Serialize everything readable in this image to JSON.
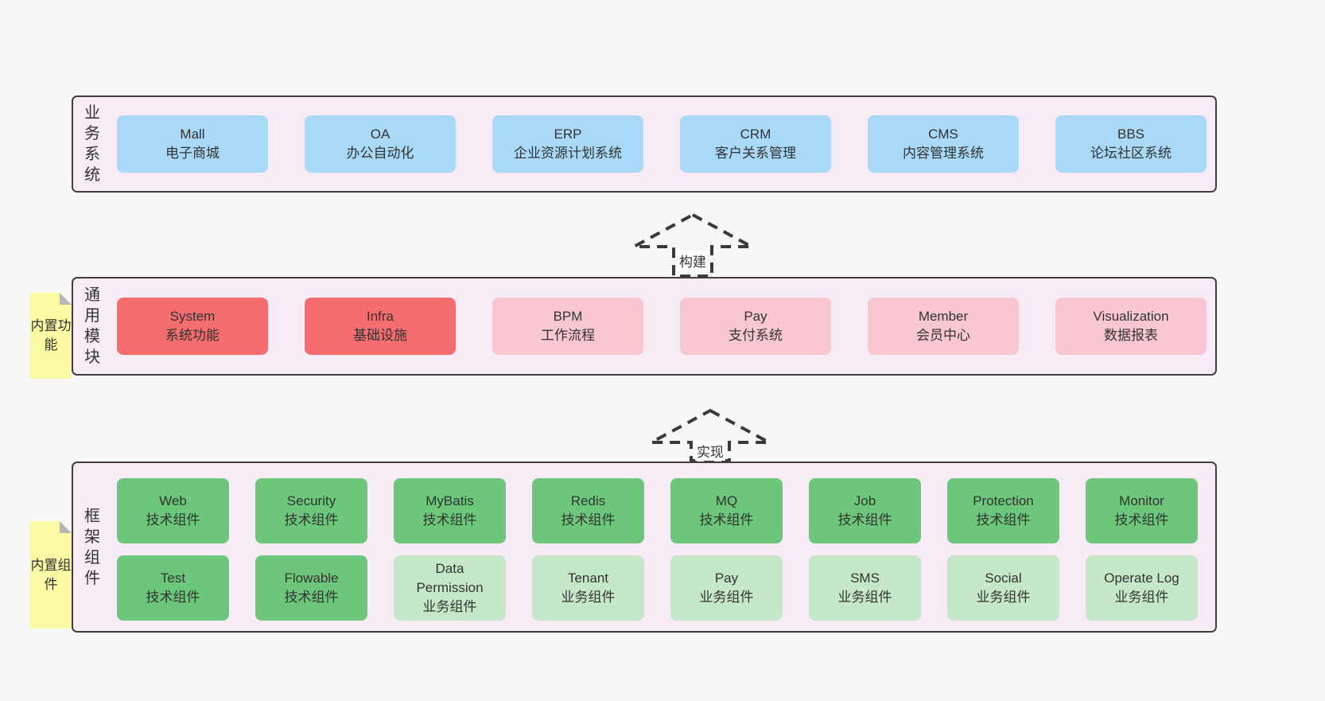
{
  "colors": {
    "page_bg": "#f7f7f7",
    "panel_bg": "#f7ecf5",
    "panel_border": "#3f3f3f",
    "blue": "#a9d9f6",
    "red": "#f56d6f",
    "pink": "#f9c7d0",
    "green_dark": "#6cc77b",
    "green_light": "#c5e8c9",
    "sticky_yellow": "#fafaa4",
    "text": "#333333"
  },
  "arrows": [
    {
      "label": "构建"
    },
    {
      "label": "实现"
    }
  ],
  "sections": {
    "business": {
      "label": "业务系统",
      "boxes": [
        {
          "title": "Mall",
          "subtitle": "电子商城"
        },
        {
          "title": "OA",
          "subtitle": "办公自动化"
        },
        {
          "title": "ERP",
          "subtitle": "企业资源计划系统"
        },
        {
          "title": "CRM",
          "subtitle": "客户关系管理"
        },
        {
          "title": "CMS",
          "subtitle": "内容管理系统"
        },
        {
          "title": "BBS",
          "subtitle": "论坛社区系统"
        }
      ]
    },
    "modules": {
      "label": "通用模块",
      "sticky": "内置功能",
      "boxes": [
        {
          "title": "System",
          "subtitle": "系统功能"
        },
        {
          "title": "Infra",
          "subtitle": "基础设施"
        },
        {
          "title": "BPM",
          "subtitle": "工作流程"
        },
        {
          "title": "Pay",
          "subtitle": "支付系统"
        },
        {
          "title": "Member",
          "subtitle": "会员中心"
        },
        {
          "title": "Visualization",
          "subtitle": "数据报表"
        }
      ]
    },
    "framework": {
      "label": "框架组件",
      "sticky": "内置组件",
      "row1": [
        {
          "title": "Web",
          "subtitle": "技术组件"
        },
        {
          "title": "Security",
          "subtitle": "技术组件"
        },
        {
          "title": "MyBatis",
          "subtitle": "技术组件"
        },
        {
          "title": "Redis",
          "subtitle": "技术组件"
        },
        {
          "title": "MQ",
          "subtitle": "技术组件"
        },
        {
          "title": "Job",
          "subtitle": "技术组件"
        },
        {
          "title": "Protection",
          "subtitle": "技术组件"
        },
        {
          "title": "Monitor",
          "subtitle": "技术组件"
        }
      ],
      "row2": [
        {
          "title": "Test",
          "subtitle": "技术组件"
        },
        {
          "title": "Flowable",
          "subtitle": "技术组件"
        },
        {
          "title": "Data Permission",
          "subtitle": "业务组件"
        },
        {
          "title": "Tenant",
          "subtitle": "业务组件"
        },
        {
          "title": "Pay",
          "subtitle": "业务组件"
        },
        {
          "title": "SMS",
          "subtitle": "业务组件"
        },
        {
          "title": "Social",
          "subtitle": "业务组件"
        },
        {
          "title": "Operate Log",
          "subtitle": "业务组件"
        }
      ]
    }
  }
}
